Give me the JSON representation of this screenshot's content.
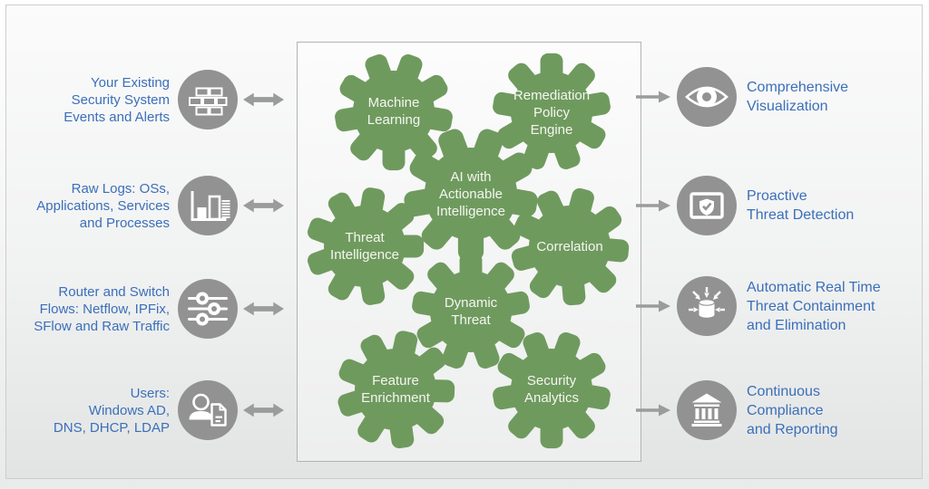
{
  "palette": {
    "gear_green": "#6f9a5e",
    "label_blue": "#3b6fba",
    "icon_gray": "#929292",
    "arrow_gray": "#9b9b9b"
  },
  "inputs": [
    {
      "label": "Your Existing\nSecurity System\nEvents and Alerts",
      "icon": "firewall-bricks-icon"
    },
    {
      "label": "Raw Logs: OSs,\nApplications, Services\nand Processes",
      "icon": "bar-chart-logs-icon"
    },
    {
      "label": "Router and Switch\nFlows: Netflow, IPFix,\nSFlow and Raw Traffic",
      "icon": "sliders-flows-icon"
    },
    {
      "label": "Users:\nWindows AD,\nDNS, DHCP, LDAP",
      "icon": "user-document-icon"
    }
  ],
  "engine": {
    "gears": [
      {
        "label": "Machine\nLearning"
      },
      {
        "label": "Remediation\nPolicy\nEngine"
      },
      {
        "label": "AI with\nActionable\nIntelligence"
      },
      {
        "label": "Threat\nIntelligence"
      },
      {
        "label": "Correlation"
      },
      {
        "label": "Dynamic\nThreat"
      },
      {
        "label": "Feature\nEnrichment"
      },
      {
        "label": "Security\nAnalytics"
      }
    ]
  },
  "outputs": [
    {
      "label": "Comprehensive\nVisualization",
      "icon": "eye-icon"
    },
    {
      "label": "Proactive\nThreat Detection",
      "icon": "shield-check-monitor-icon"
    },
    {
      "label": "Automatic Real Time\nThreat Containment\nand Elimination",
      "icon": "containment-cylinder-icon"
    },
    {
      "label": "Continuous\nCompliance\nand Reporting",
      "icon": "bank-icon"
    }
  ]
}
